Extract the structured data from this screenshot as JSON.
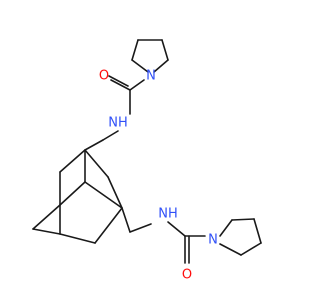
{
  "molecule": {
    "colors": {
      "carbon_bond": "#1a1a1a",
      "oxygen": "#ff0d0d",
      "nitrogen": "#3050f8",
      "background": "#ffffff"
    },
    "labels": {
      "o_top": "O",
      "n_pyrrolidine_top": "N",
      "nh_top": "NH",
      "nh_bottom": "NH",
      "n_pyrrolidine_bottom": "N",
      "o_bottom": "O"
    }
  }
}
